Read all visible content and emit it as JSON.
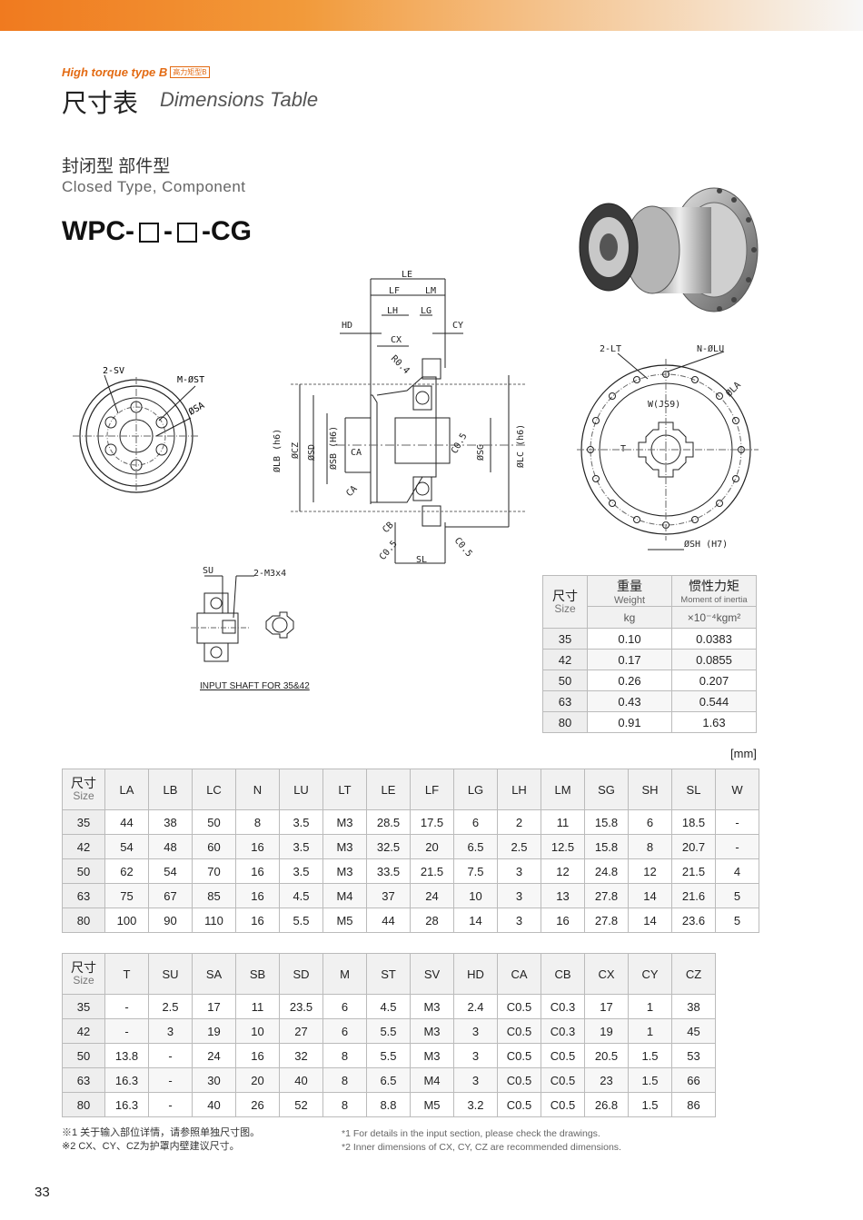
{
  "header": {
    "subtype": "High torque type B",
    "subtype_tag": "高力矩型B",
    "title_cn": "尺寸表",
    "title_en": "Dimensions Table"
  },
  "product": {
    "type_cn": "封闭型 部件型",
    "type_en": "Closed Type, Component",
    "model_prefix": "WPC-",
    "model_sep": "-",
    "model_suffix": "-CG"
  },
  "drawing_labels": {
    "front": [
      "2-SV",
      "M-ØST",
      "ØSA"
    ],
    "section": [
      "LE",
      "LF",
      "LM",
      "LH",
      "LG",
      "HD",
      "CY",
      "CX",
      "R0.4",
      "ØLB (h6)",
      "ØCZ",
      "ØSD",
      "ØSB (H6)",
      "CA",
      "CA",
      "C0.5",
      "ØSG",
      "ØLC (h6)",
      "CB",
      "C0.5",
      "C0.5",
      "SL"
    ],
    "rear": [
      "2-LT",
      "N-ØLU",
      "ØLA",
      "W(JS9)",
      "T",
      "ØSH (H7)"
    ],
    "shaft": [
      "SU",
      "2-M3x4"
    ],
    "shaft_note": "INPUT SHAFT FOR 35&42"
  },
  "weight_table": {
    "size_cn": "尺寸",
    "size_en": "Size",
    "weight_cn": "重量",
    "weight_en": "Weight",
    "weight_unit": "kg",
    "inertia_cn": "惯性力矩",
    "inertia_en": "Moment of inertia",
    "inertia_unit": "×10⁻⁴kgm²",
    "rows": [
      [
        "35",
        "0.10",
        "0.0383"
      ],
      [
        "42",
        "0.17",
        "0.0855"
      ],
      [
        "50",
        "0.26",
        "0.207"
      ],
      [
        "63",
        "0.43",
        "0.544"
      ],
      [
        "80",
        "0.91",
        "1.63"
      ]
    ]
  },
  "unit": "[mm]",
  "dim_table_1": {
    "size_cn": "尺寸",
    "size_en": "Size",
    "headers": [
      "LA",
      "LB",
      "LC",
      "N",
      "LU",
      "LT",
      "LE",
      "LF",
      "LG",
      "LH",
      "LM",
      "SG",
      "SH",
      "SL",
      "W"
    ],
    "rows": [
      [
        "35",
        "44",
        "38",
        "50",
        "8",
        "3.5",
        "M3",
        "28.5",
        "17.5",
        "6",
        "2",
        "11",
        "15.8",
        "6",
        "18.5",
        "-"
      ],
      [
        "42",
        "54",
        "48",
        "60",
        "16",
        "3.5",
        "M3",
        "32.5",
        "20",
        "6.5",
        "2.5",
        "12.5",
        "15.8",
        "8",
        "20.7",
        "-"
      ],
      [
        "50",
        "62",
        "54",
        "70",
        "16",
        "3.5",
        "M3",
        "33.5",
        "21.5",
        "7.5",
        "3",
        "12",
        "24.8",
        "12",
        "21.5",
        "4"
      ],
      [
        "63",
        "75",
        "67",
        "85",
        "16",
        "4.5",
        "M4",
        "37",
        "24",
        "10",
        "3",
        "13",
        "27.8",
        "14",
        "21.6",
        "5"
      ],
      [
        "80",
        "100",
        "90",
        "110",
        "16",
        "5.5",
        "M5",
        "44",
        "28",
        "14",
        "3",
        "16",
        "27.8",
        "14",
        "23.6",
        "5"
      ]
    ]
  },
  "dim_table_2": {
    "size_cn": "尺寸",
    "size_en": "Size",
    "headers": [
      "T",
      "SU",
      "SA",
      "SB",
      "SD",
      "M",
      "ST",
      "SV",
      "HD",
      "CA",
      "CB",
      "CX",
      "CY",
      "CZ"
    ],
    "rows": [
      [
        "35",
        "-",
        "2.5",
        "17",
        "11",
        "23.5",
        "6",
        "4.5",
        "M3",
        "2.4",
        "C0.5",
        "C0.3",
        "17",
        "1",
        "38"
      ],
      [
        "42",
        "-",
        "3",
        "19",
        "10",
        "27",
        "6",
        "5.5",
        "M3",
        "3",
        "C0.5",
        "C0.3",
        "19",
        "1",
        "45"
      ],
      [
        "50",
        "13.8",
        "-",
        "24",
        "16",
        "32",
        "8",
        "5.5",
        "M3",
        "3",
        "C0.5",
        "C0.5",
        "20.5",
        "1.5",
        "53"
      ],
      [
        "63",
        "16.3",
        "-",
        "30",
        "20",
        "40",
        "8",
        "6.5",
        "M4",
        "3",
        "C0.5",
        "C0.5",
        "23",
        "1.5",
        "66"
      ],
      [
        "80",
        "16.3",
        "-",
        "40",
        "26",
        "52",
        "8",
        "8.8",
        "M5",
        "3.2",
        "C0.5",
        "C0.5",
        "26.8",
        "1.5",
        "86"
      ]
    ]
  },
  "footnotes": {
    "cn1": "※1 关于输入部位详情，请参照单独尺寸图。",
    "cn2": "※2 CX、CY、CZ为护罩内壁建议尺寸。",
    "en1": "*1 For details in the input section, please check the drawings.",
    "en2": "*2 Inner dimensions of CX, CY, CZ are recommended dimensions."
  },
  "page_number": "33"
}
